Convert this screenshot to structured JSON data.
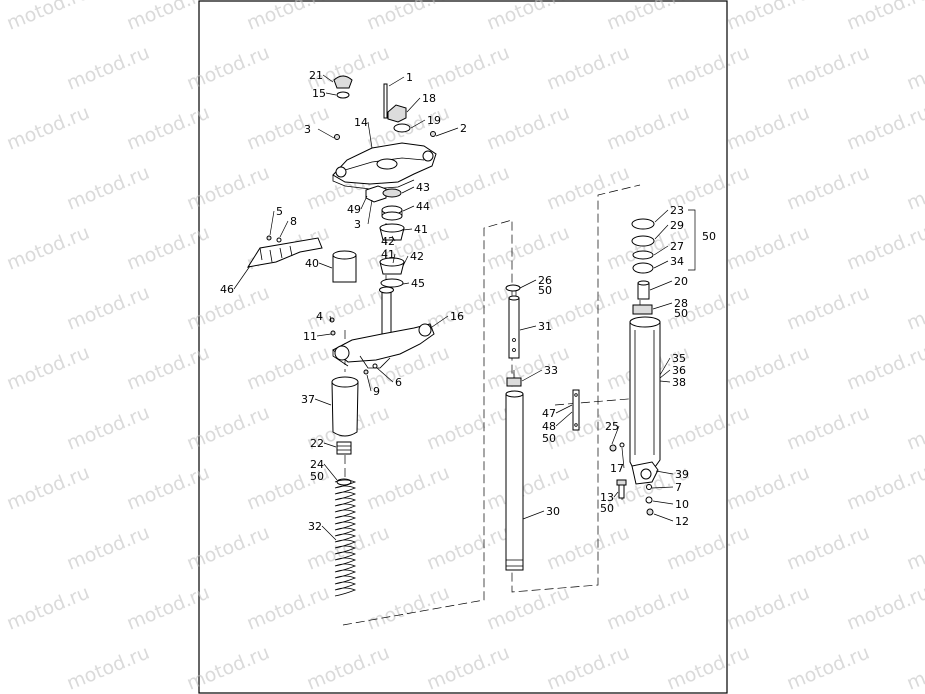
{
  "watermark": {
    "text": "motod.ru"
  },
  "callouts": [
    "1",
    "2",
    "3",
    "3",
    "4",
    "5",
    "6",
    "7",
    "8",
    "9",
    "10",
    "11",
    "12",
    "13",
    "14",
    "15",
    "16",
    "17",
    "18",
    "19",
    "20",
    "21",
    "22",
    "23",
    "24",
    "25",
    "26",
    "27",
    "28",
    "29",
    "30",
    "31",
    "32",
    "33",
    "34",
    "35",
    "36",
    "37",
    "38",
    "39",
    "40",
    "41",
    "41",
    "42",
    "42",
    "43",
    "44",
    "45",
    "46",
    "47",
    "48",
    "49",
    "50",
    "50",
    "50",
    "50",
    "50",
    "50"
  ]
}
